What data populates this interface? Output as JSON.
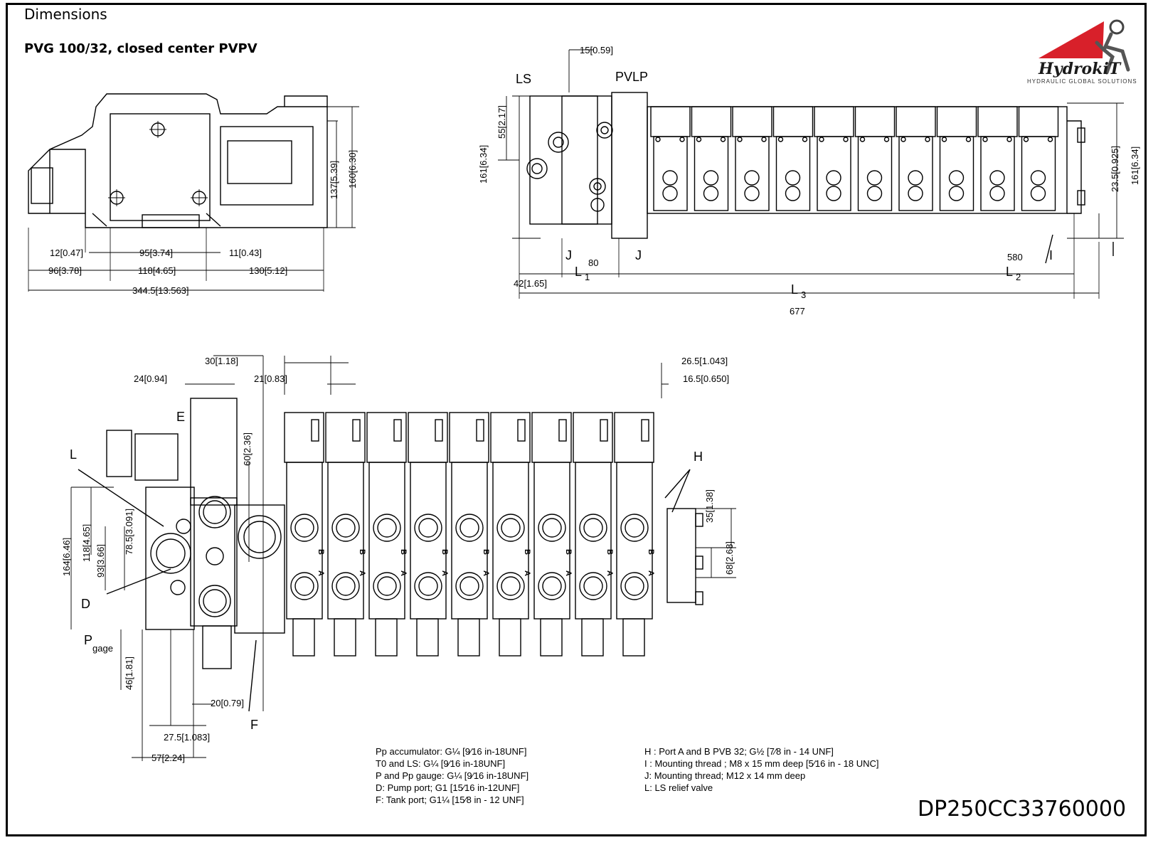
{
  "header": {
    "title": "Dimensions",
    "subtitle": "PVG 100/32, closed center PVPV"
  },
  "logo": {
    "text": "HydrokiT",
    "tagline": "HYDRAULIC GLOBAL SOLUTIONS",
    "accent_color": "#d8202a"
  },
  "side_view": {
    "dims": [
      "12[0.47]",
      "95[3.74]",
      "11[0.43]",
      "96[3.78]",
      "118[4.65]",
      "130[5.12]",
      "344.5[13.563]",
      "137[5.39]",
      "160[6.30]"
    ]
  },
  "top_right_view": {
    "dims": [
      "15[0.59]",
      "55[2.17]",
      "161[6.34]",
      "23.5[0.925]",
      "161[6.34]",
      "42[1.65]"
    ],
    "labels": [
      "LS",
      "PVLP",
      "J",
      "J",
      "I"
    ],
    "L1": {
      "label": "L",
      "sub": "1",
      "value": "80"
    },
    "L2": {
      "label": "L",
      "sub": "2",
      "value": "580"
    },
    "L3": {
      "label": "L",
      "sub": "3",
      "value": "677"
    }
  },
  "front_view": {
    "dims": [
      "30[1.18]",
      "24[0.94]",
      "21[0.83]",
      "26.5[1.043]",
      "16.5[0.650]",
      "60[2.36]",
      "164[6.46]",
      "118[4.65]",
      "93[3.66]",
      "78.5[3.091]",
      "35[1.38]",
      "68[2.68]",
      "46[1.81]",
      "20[0.79]",
      "27.5[1.083]",
      "57[2.24]"
    ],
    "labels": [
      "E",
      "L",
      "D",
      "H",
      "F",
      "P",
      "gage"
    ],
    "port_letters": [
      "B",
      "A"
    ]
  },
  "notes_left": [
    "Pp accumulator: G¼ [9⁄16 in-18UNF]",
    "T0 and LS: G¼ [9⁄16 in-18UNF]",
    "P and Pp gauge: G¼ [9⁄16 in-18UNF]",
    "D: Pump port; G1 [15⁄16 in-12UNF]",
    "F: Tank port; G1¼ [15⁄8 in - 12 UNF]"
  ],
  "notes_right": [
    "H : Port A and B PVB 32; G½ [7⁄8 in - 14 UNF]",
    "I : Mounting thread ; M8 x 15 mm deep [5⁄16 in - 18 UNC]",
    "J: Mounting thread; M12 x 14 mm deep",
    "L: LS relief valve"
  ],
  "part_code": "DP250CC33760000"
}
